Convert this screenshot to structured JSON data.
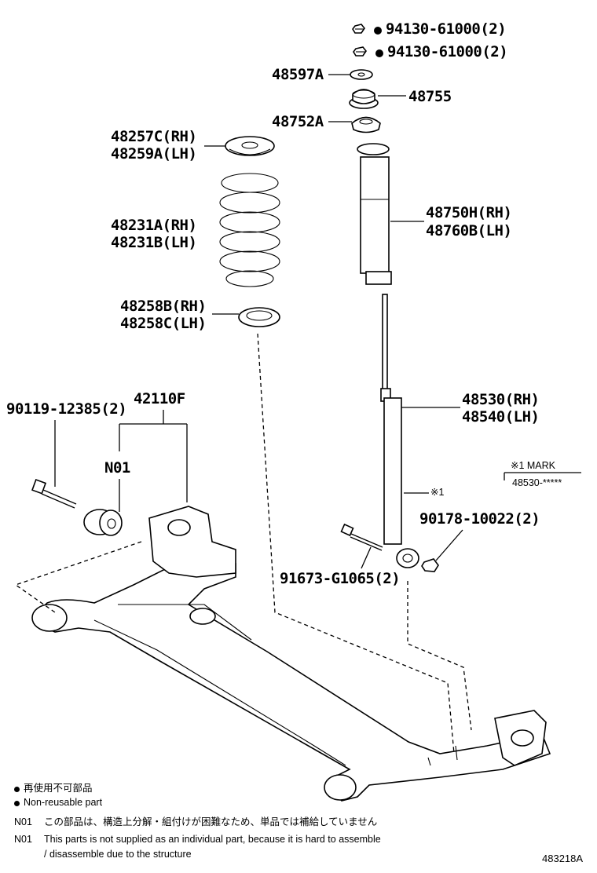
{
  "labels": {
    "nut_1": "94130-61000(2)",
    "nut_2": "94130-61000(2)",
    "washer": "48597A",
    "mount_upper": "48755",
    "mount_lower": "48752A",
    "insulator_rh": "48257C(RH)",
    "insulator_lh": "48259A(LH)",
    "spring_rh": "48231A(RH)",
    "spring_lh": "48231B(LH)",
    "bumper_rh": "48750H(RH)",
    "bumper_lh": "48760B(LH)",
    "lower_seat_rh": "48258B(RH)",
    "lower_seat_lh": "48258C(LH)",
    "bolt_front": "90119-12385(2)",
    "axle_beam": "42110F",
    "bushing_note": "N01",
    "absorber_rh": "48530(RH)",
    "absorber_lh": "48540(LH)",
    "mark_ref": "※1",
    "mark_title": "※1 MARK",
    "mark_value": "48530-*****",
    "nut_lower": "90178-10022(2)",
    "bolt_lower": "91673-G1065(2)"
  },
  "legend": {
    "nonreusable_jp": "再使用不可部品",
    "nonreusable_en": "Non-reusable part",
    "n01_code": "N01",
    "n01_jp": "この部品は、構造上分解・組付けが困難なため、単品では補給していません",
    "n01_en_line1": "This parts is not supplied as an individual part, because it is hard to assemble",
    "n01_en_line2": "/ disassemble due to the structure"
  },
  "figure_id": "483218A"
}
